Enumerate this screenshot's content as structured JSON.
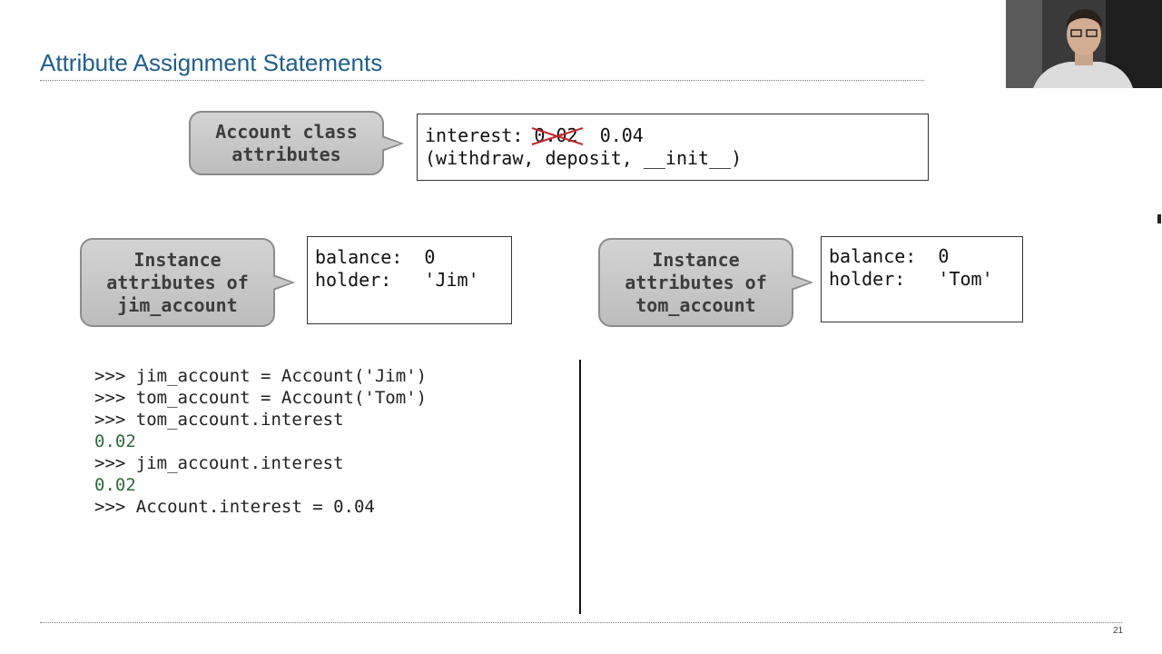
{
  "slide": {
    "title": "Attribute Assignment Statements",
    "page_number": "21"
  },
  "class_callout": {
    "label": "Account class\nattributes"
  },
  "class_box": {
    "interest_label": "interest: ",
    "old_interest": "0.02",
    "new_interest": "0.04",
    "methods": "(withdraw, deposit, __init__)"
  },
  "jim_callout": {
    "label": "Instance\nattributes of\njim_account"
  },
  "jim_box": {
    "balance": "balance:  0",
    "holder": "holder:   'Jim'"
  },
  "tom_callout": {
    "label": "Instance\nattributes of\ntom_account"
  },
  "tom_box": {
    "balance": "balance:  0",
    "holder": "holder:   'Tom'"
  },
  "code": {
    "lines": [
      ">>> jim_account = Account('Jim')",
      ">>> tom_account = Account('Tom')",
      ">>> tom_account.interest",
      "0.02",
      ">>> jim_account.interest",
      "0.02",
      ">>> Account.interest = 0.04"
    ]
  },
  "colors": {
    "title": "#1f5f8b",
    "output": "#2e6b3e",
    "strike": "#c0282a"
  },
  "icons": {
    "webcam": "presenter-video-icon"
  }
}
